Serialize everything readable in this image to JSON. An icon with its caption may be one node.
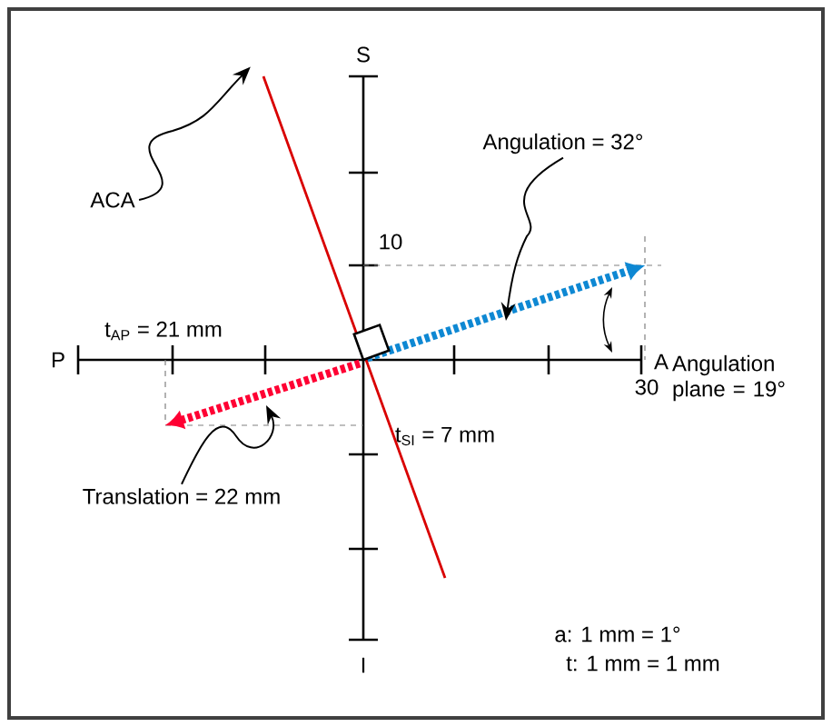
{
  "diagram": {
    "nodes": [
      {
        "text": [
          "ACA"
        ]
      },
      {
        "text": [],
        "shape": "line"
      },
      {
        "text": [
          "Angulation = 32°"
        ]
      },
      {
        "text": [],
        "shape": "arrow"
      },
      {
        "text": [
          "Translation = 22 mm"
        ]
      },
      {
        "text": [],
        "shape": "arrow"
      }
    ],
    "edges": [
      {
        "from": 0,
        "to": 1,
        "arrow": "to"
      },
      {
        "from": 2,
        "to": 3,
        "arrow": "to"
      },
      {
        "from": 4,
        "to": 5,
        "arrow": "to"
      }
    ],
    "labels": [
      "S",
      "10",
      "t$_{AP}$ = 21 mm",
      "P",
      "A",
      "30",
      "Angulation plane = 19°",
      "t$_{SI}$ = 7 mm",
      "I",
      "a: 1 mm = 1°",
      "t: 1 mm = 1 mm"
    ]
  }
}
